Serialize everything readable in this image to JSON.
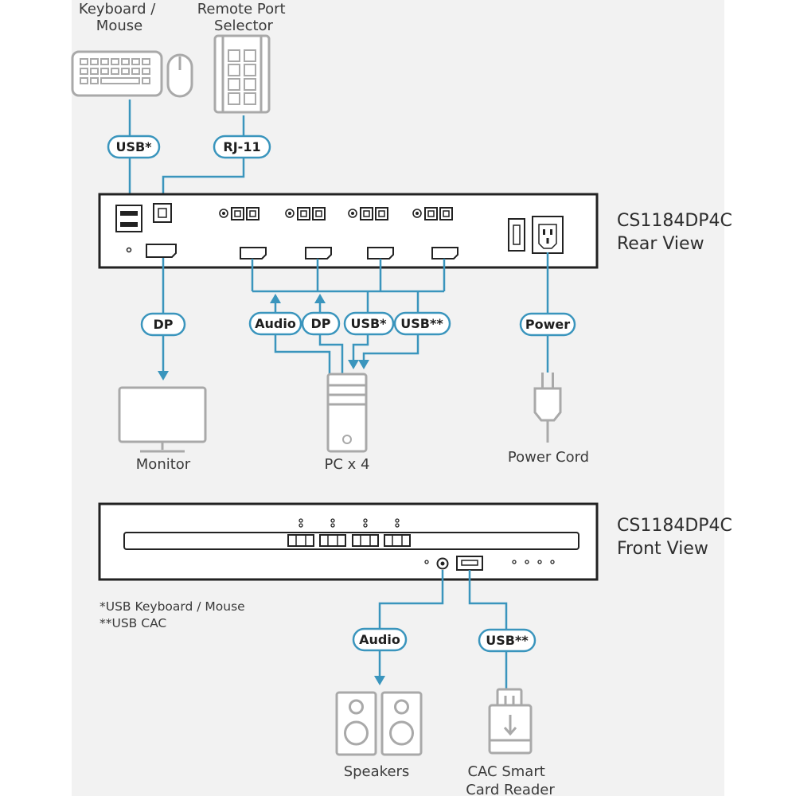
{
  "devices": {
    "keyboard_mouse": "Keyboard / Mouse",
    "remote_port_selector": "Remote Port Selector",
    "monitor": "Monitor",
    "pc": "PC x 4",
    "power_cord": "Power Cord",
    "speakers": "Speakers",
    "cac_reader": "CAC Smart Card Reader"
  },
  "rear_panel": {
    "model": "CS1184DP4C",
    "view": "Rear View"
  },
  "front_panel": {
    "model": "CS1184DP4C",
    "view": "Front View"
  },
  "connections": {
    "usb_kbm": "USB*",
    "rj11": "RJ-11",
    "dp_monitor": "DP",
    "audio_pc": "Audio",
    "dp_pc": "DP",
    "usb_pc": "USB*",
    "usb_cac_pc": "USB**",
    "power": "Power",
    "audio_front": "Audio",
    "usb_front": "USB**"
  },
  "footnotes": {
    "usb_kbm": "*USB Keyboard / Mouse",
    "usb_cac": "**USB CAC"
  },
  "colors": {
    "cable": "#3a95bd",
    "device": "#a9a9a9",
    "panel": "#222222",
    "background": "#f2f2f2"
  }
}
